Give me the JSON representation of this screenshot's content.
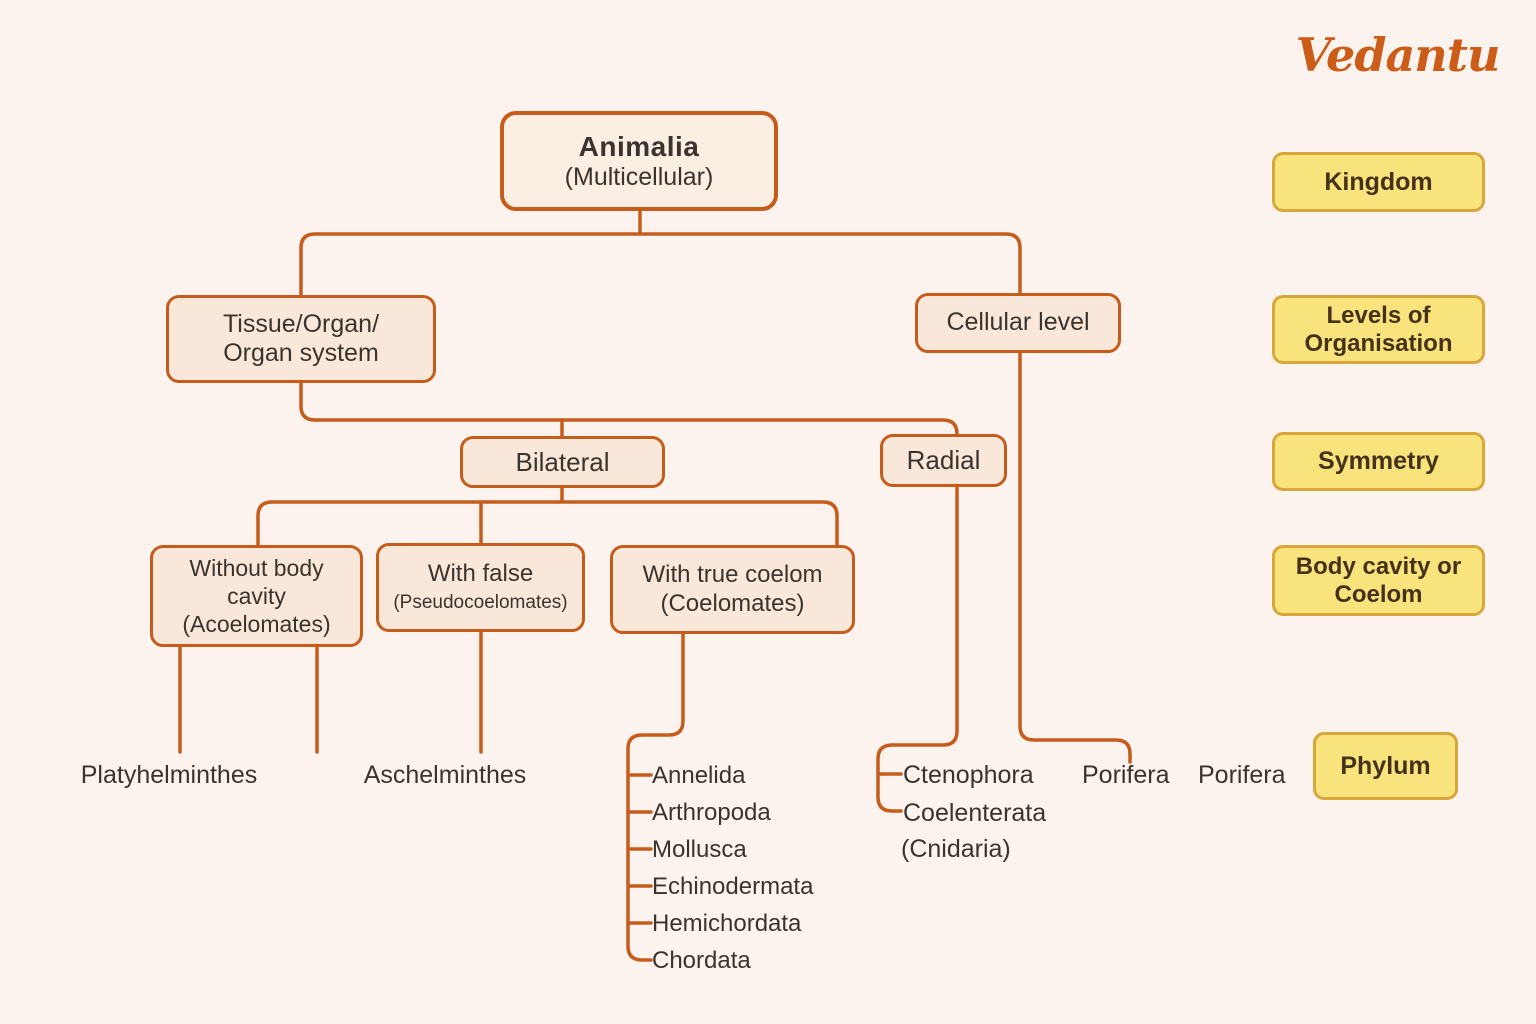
{
  "logo": {
    "text": "Vedantu"
  },
  "tree": {
    "animalia": {
      "title": "Animalia",
      "subtitle": "(Multicellular)"
    },
    "tissue_organ": {
      "line1": "Tissue/Organ/",
      "line2": "Organ system"
    },
    "cellular_level": "Cellular level",
    "bilateral": "Bilateral",
    "radial": "Radial",
    "acoelomates": {
      "line1": "Without body",
      "line2": "cavity",
      "line3": "(Acoelomates)"
    },
    "pseudocoelomates": {
      "line1": "With false",
      "line2": "(Pseudocoelomates)"
    },
    "coelomates": {
      "line1": "With true coelom",
      "line2": "(Coelomates)"
    },
    "platyhelminthes": "Platyhelminthes",
    "aschelminthes": "Aschelminthes",
    "coelomate_phyla": [
      "Annelida",
      "Arthropoda",
      "Mollusca",
      "Echinodermata",
      "Hemichordata",
      "Chordata"
    ],
    "radial_phyla": {
      "first": "Ctenophora",
      "second": "Coelenterata",
      "second_alt": "(Cnidaria)"
    },
    "porifera_1": "Porifera",
    "porifera_2": "Porifera"
  },
  "legend": {
    "kingdom": "Kingdom",
    "levels_line1": "Levels of",
    "levels_line2": "Organisation",
    "symmetry": "Symmetry",
    "body_cavity_line1": "Body cavity or",
    "body_cavity_line2": "Coelom",
    "phylum": "Phylum"
  },
  "colors": {
    "background": "#fcf2ee",
    "connector": "#c65c1c",
    "node_fill": "#f9e8d9",
    "node_border": "#c65c1c",
    "node_text": "#3b332d",
    "legend_fill": "#f8e37c",
    "legend_border": "#d8a63a",
    "legend_text": "#46321b",
    "logo_color": "#cb5d18"
  }
}
